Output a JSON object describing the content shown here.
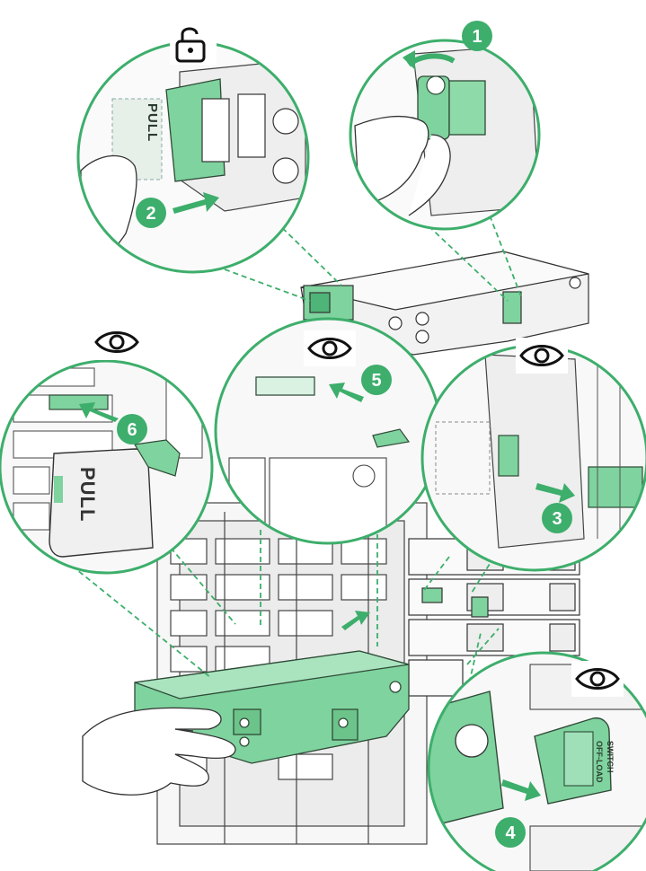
{
  "colors": {
    "accent": "#3dae6b",
    "accent_light": "#6fcf94",
    "part_green": "#7fd39e",
    "line": "#333333",
    "bg": "#ffffff"
  },
  "labels": {
    "pull": "PULL",
    "switch_line1": "SWITCH",
    "switch_line2": "OFF-LOAD"
  },
  "steps": [
    {
      "number": "1",
      "icon": "rotate-arrow-icon"
    },
    {
      "number": "2",
      "icon": "arrow-right-icon"
    },
    {
      "number": "3",
      "icon": "arrow-right-icon"
    },
    {
      "number": "4",
      "icon": "arrow-right-icon"
    },
    {
      "number": "5",
      "icon": "arrow-left-icon"
    },
    {
      "number": "6",
      "icon": "arrow-left-icon"
    }
  ],
  "symbols": [
    "unlock-icon",
    "eye-icon",
    "eye-icon",
    "eye-icon",
    "eye-icon"
  ]
}
